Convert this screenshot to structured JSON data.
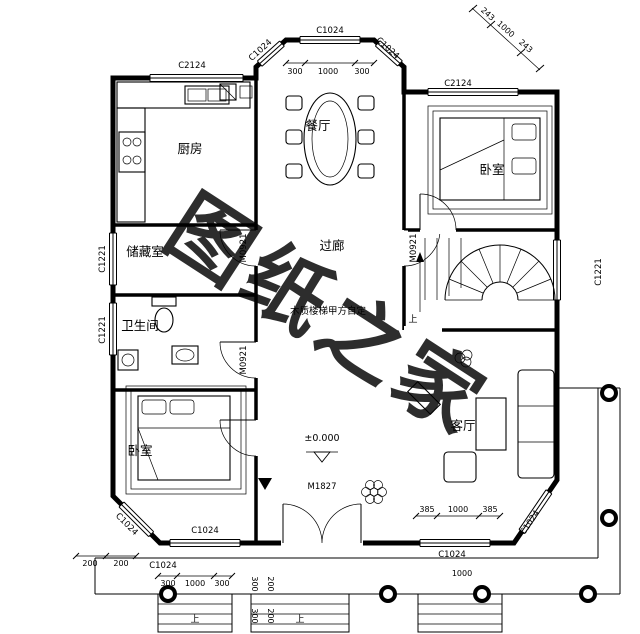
{
  "watermark": {
    "text": "图纸之家",
    "color": "#e8432e"
  },
  "rooms": {
    "kitchen": "厨房",
    "dining": "餐厅",
    "bedroom_top": "卧室",
    "storage": "储藏室",
    "corridor": "过廊",
    "stair_note": "木质楼梯甲方自定",
    "bathroom": "卫生间",
    "bedroom_bottom": "卧室",
    "living": "客厅"
  },
  "codes": {
    "c2124": "C2124",
    "c1024": "C1024",
    "c1221": "C1221",
    "m0921": "M0921",
    "m1827": "M1827"
  },
  "marks": {
    "elevation": "±0.000",
    "up": "上"
  },
  "dims": {
    "d200": "200",
    "d243": "243",
    "d300": "300",
    "d385": "385",
    "d1000": "1000"
  }
}
